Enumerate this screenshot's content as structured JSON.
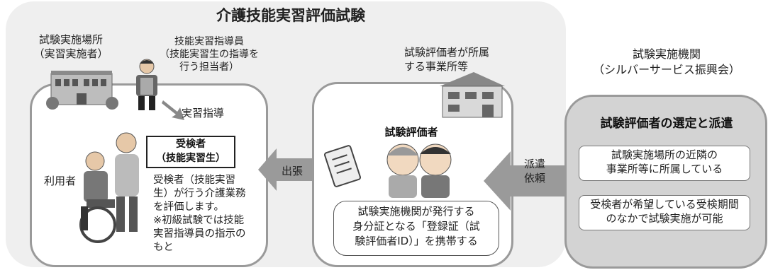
{
  "diagram": {
    "title": "介護技能実習評価試験",
    "site_label_1": "試験実施場所",
    "site_label_2": "（実習実施者）",
    "instructor_1": "技能実習指導員",
    "instructor_2": "（技能実習生の指導を",
    "instructor_3": "行う担当者）",
    "instruct_arrow": "実習指導",
    "trainee_box_1": "受検者",
    "trainee_box_2": "（技能実習生）",
    "user_label": "利用者",
    "eval_text_1": "受検者（技能実習",
    "eval_text_2": "生）が行う介護業務",
    "eval_text_3": "を評価します。",
    "eval_text_4": "※初級試験では技能",
    "eval_text_5": "実習指導員の指示の",
    "eval_text_6": "もと",
    "dispatch_arrow": "出張",
    "office_label_1": "試験評価者が所属",
    "office_label_2": "する事業所等",
    "evaluator_title": "試験評価者",
    "id_text_1": "試験実施機関が発行する",
    "id_text_2": "身分証となる「登録証（試",
    "id_text_3": "験評価者ID）」を携帯する",
    "request_arrow_1": "派遣",
    "request_arrow_2": "依頼",
    "org_label_1": "試験実施機関",
    "org_label_2": "（シルバーサービス振興会）",
    "selection_title": "試験評価者の選定と派遣",
    "cond1_1": "試験実施場所の近隣の",
    "cond1_2": "事業所等に所属している",
    "cond2_1": "受検者が希望している受検期間",
    "cond2_2": "のなかで試験実施が可能"
  }
}
